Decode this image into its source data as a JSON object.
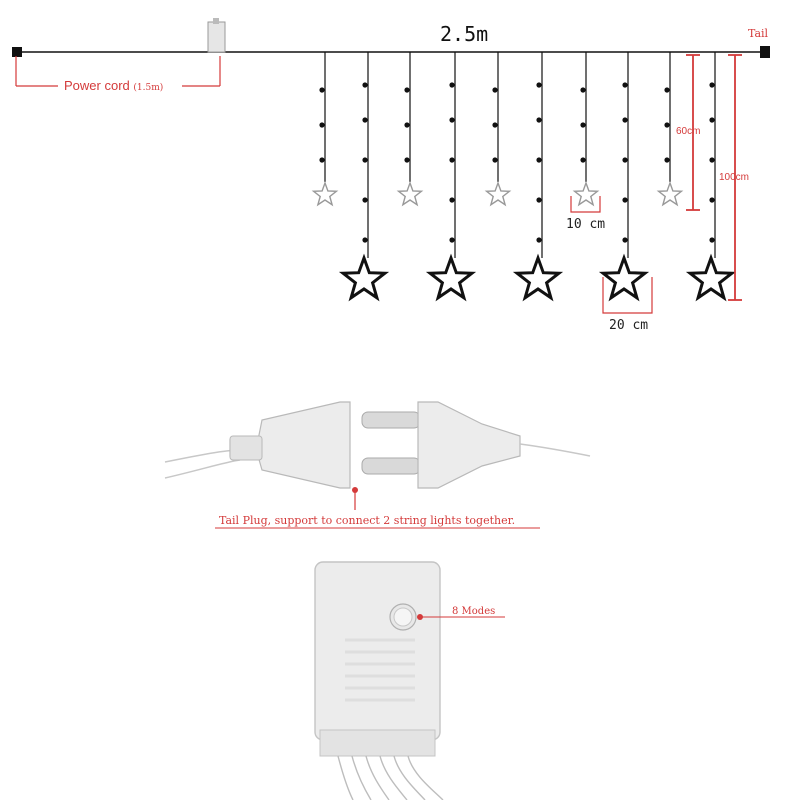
{
  "diagram": {
    "length_label": "2.5m",
    "tail_label": "Tail",
    "power_cord_label": "Power cord",
    "power_cord_length": "(1.5m)",
    "short_drop_label": "60cm",
    "long_drop_label": "100cm",
    "small_star_label": "10 cm",
    "big_star_label": "20 cm",
    "tail_plug_note": "Tail Plug, support to connect 2 string lights together.",
    "modes_label": "8 Modes"
  },
  "colors": {
    "accent_red": "#d43a3a",
    "wire": "#111111",
    "plug_grey": "#cfcfcf"
  }
}
